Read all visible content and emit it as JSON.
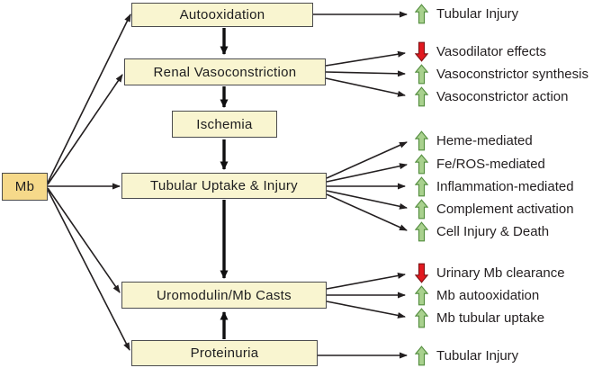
{
  "nodes": {
    "mb": "Mb",
    "autooxidation": "Autooxidation",
    "renal_vasoconstriction": "Renal Vasoconstriction",
    "ischemia": "Ischemia",
    "tubular_uptake_injury": "Tubular Uptake & Injury",
    "uromodulin_mb_casts": "Uromodulin/Mb Casts",
    "proteinuria": "Proteinuria"
  },
  "outcomes": [
    {
      "label": "Tubular Injury",
      "direction": "increase",
      "source": "autooxidation"
    },
    {
      "label": "Vasodilator effects",
      "direction": "decrease",
      "source": "renal_vasoconstriction"
    },
    {
      "label": "Vasoconstrictor synthesis",
      "direction": "increase",
      "source": "renal_vasoconstriction"
    },
    {
      "label": "Vasoconstrictor action",
      "direction": "increase",
      "source": "renal_vasoconstriction"
    },
    {
      "label": "Heme-mediated",
      "direction": "increase",
      "source": "tubular_uptake_injury"
    },
    {
      "label": "Fe/ROS-mediated",
      "direction": "increase",
      "source": "tubular_uptake_injury"
    },
    {
      "label": "Inflammation-mediated",
      "direction": "increase",
      "source": "tubular_uptake_injury"
    },
    {
      "label": "Complement activation",
      "direction": "increase",
      "source": "tubular_uptake_injury"
    },
    {
      "label": "Cell Injury & Death",
      "direction": "increase",
      "source": "tubular_uptake_injury"
    },
    {
      "label": "Urinary Mb clearance",
      "direction": "decrease",
      "source": "uromodulin_mb_casts"
    },
    {
      "label": "Mb autooxidation",
      "direction": "increase",
      "source": "uromodulin_mb_casts"
    },
    {
      "label": "Mb tubular uptake",
      "direction": "increase",
      "source": "uromodulin_mb_casts"
    },
    {
      "label": "Tubular Injury",
      "direction": "increase",
      "source": "proteinuria"
    }
  ],
  "edges": [
    {
      "from": "mb",
      "to": "autooxidation"
    },
    {
      "from": "mb",
      "to": "renal_vasoconstriction"
    },
    {
      "from": "mb",
      "to": "tubular_uptake_injury"
    },
    {
      "from": "mb",
      "to": "uromodulin_mb_casts"
    },
    {
      "from": "mb",
      "to": "proteinuria"
    },
    {
      "from": "autooxidation",
      "to": "renal_vasoconstriction"
    },
    {
      "from": "renal_vasoconstriction",
      "to": "ischemia"
    },
    {
      "from": "ischemia",
      "to": "tubular_uptake_injury"
    },
    {
      "from": "tubular_uptake_injury",
      "to": "uromodulin_mb_casts"
    },
    {
      "from": "proteinuria",
      "to": "uromodulin_mb_casts"
    }
  ],
  "colors": {
    "increase_arrow": "#a9d18e",
    "increase_arrow_border": "#538d3e",
    "decrease_arrow": "#e3191f",
    "decrease_arrow_border": "#7e1416",
    "node_fill": "#f9f5d0",
    "mb_node_fill": "#f6d98a",
    "node_border": "#4c4c4e",
    "connector": "#231f20"
  }
}
